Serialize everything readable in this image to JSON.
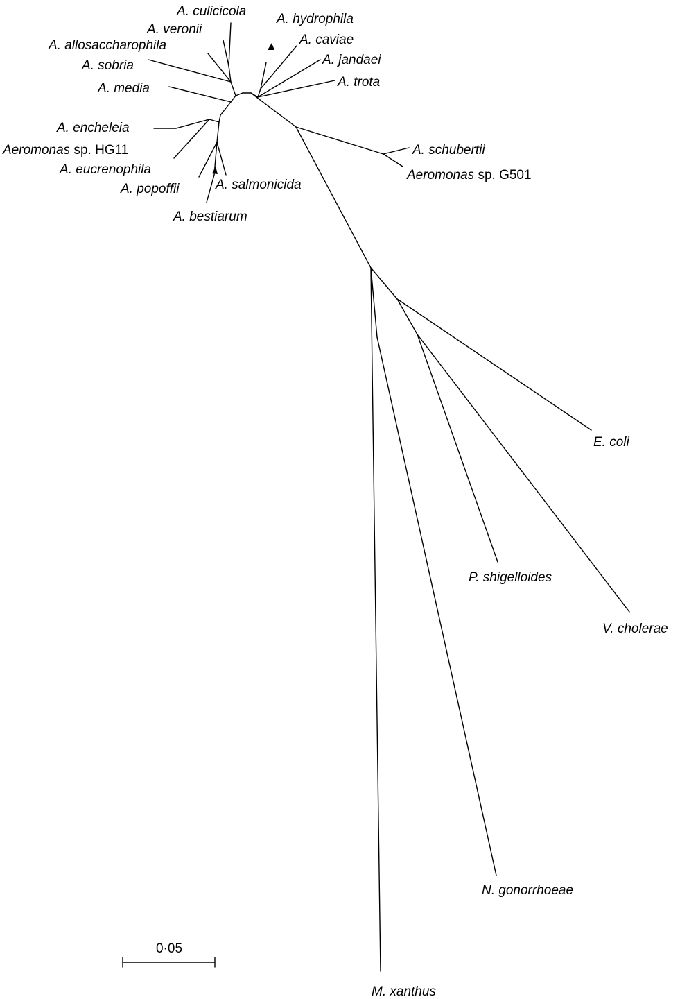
{
  "tree": {
    "leaves": [
      {
        "id": "culicicola",
        "name": [
          {
            "t": "A. culicicola",
            "i": true
          }
        ]
      },
      {
        "id": "veronii",
        "name": [
          {
            "t": "A. veronii",
            "i": true
          }
        ]
      },
      {
        "id": "allosacch",
        "name": [
          {
            "t": "A. allosaccharophila",
            "i": true
          }
        ]
      },
      {
        "id": "sobria",
        "name": [
          {
            "t": "A. sobria",
            "i": true
          }
        ]
      },
      {
        "id": "media",
        "name": [
          {
            "t": "A. media",
            "i": true
          }
        ]
      },
      {
        "id": "hydrophila",
        "name": [
          {
            "t": "A. hydrophila",
            "i": true
          }
        ]
      },
      {
        "id": "caviae",
        "name": [
          {
            "t": "A. caviae",
            "i": true
          }
        ]
      },
      {
        "id": "jandaei",
        "name": [
          {
            "t": "A. jandaei",
            "i": true
          }
        ]
      },
      {
        "id": "trota",
        "name": [
          {
            "t": "A. trota",
            "i": true
          }
        ]
      },
      {
        "id": "encheleia",
        "name": [
          {
            "t": "A. encheleia",
            "i": true
          }
        ]
      },
      {
        "id": "hg11",
        "name": [
          {
            "t": "Aeromonas",
            "i": true
          },
          {
            "t": " sp. HG11",
            "i": false
          }
        ]
      },
      {
        "id": "eucrenophila",
        "name": [
          {
            "t": "A. eucrenophila",
            "i": true
          }
        ]
      },
      {
        "id": "popoffii",
        "name": [
          {
            "t": "A. popoffii",
            "i": true
          }
        ]
      },
      {
        "id": "salmonicida",
        "name": [
          {
            "t": "A. salmonicida",
            "i": true
          }
        ]
      },
      {
        "id": "bestiarum",
        "name": [
          {
            "t": "A. bestiarum",
            "i": true
          }
        ]
      },
      {
        "id": "schubertii",
        "name": [
          {
            "t": "A. schubertii",
            "i": true
          }
        ]
      },
      {
        "id": "g501",
        "name": [
          {
            "t": "Aeromonas",
            "i": true
          },
          {
            "t": " sp. G501",
            "i": false
          }
        ]
      },
      {
        "id": "ecoli",
        "name": [
          {
            "t": "E. coli",
            "i": true
          }
        ]
      },
      {
        "id": "shigelloides",
        "name": [
          {
            "t": "P. shigelloides",
            "i": true
          }
        ]
      },
      {
        "id": "cholerae",
        "name": [
          {
            "t": "V. cholerae",
            "i": true
          }
        ]
      },
      {
        "id": "gonorrhoeae",
        "name": [
          {
            "t": "N. gonorrhoeae",
            "i": true
          }
        ]
      },
      {
        "id": "xanthus",
        "name": [
          {
            "t": "M. xanthus",
            "i": true
          }
        ]
      }
    ],
    "scale_bar": {
      "label": "0·05"
    }
  }
}
